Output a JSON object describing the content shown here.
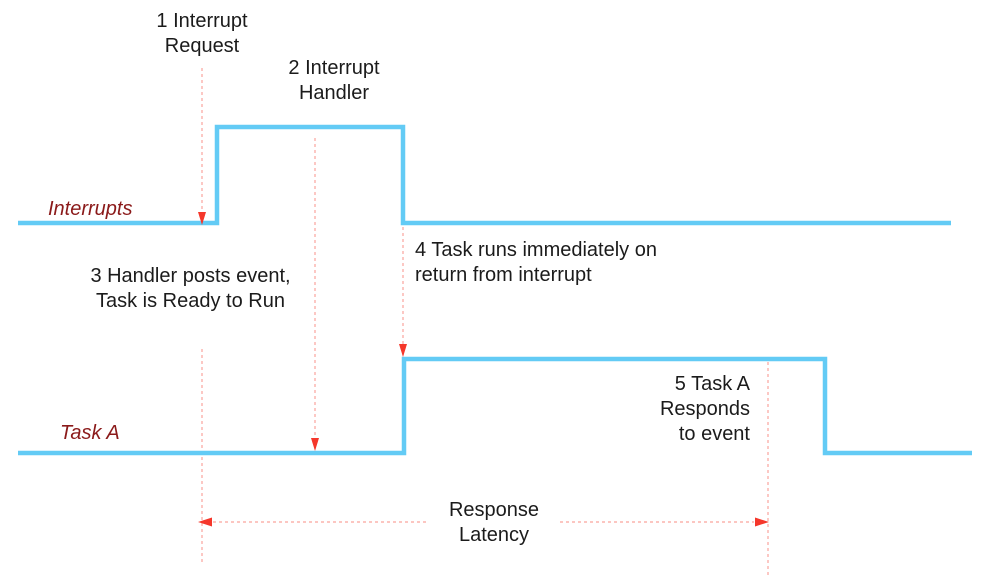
{
  "colors": {
    "signal_blue": "#63cbf5",
    "marker_pink": "#fba49c",
    "arrow_red": "#f5372b",
    "label_maroon": "#8b1a1a",
    "text_dark": "#1b1b1b",
    "background": "#ffffff"
  },
  "signals": [
    {
      "label": "Interrupts"
    },
    {
      "label": "Task A"
    }
  ],
  "callouts": {
    "step1": {
      "lines": [
        "1 Interrupt",
        "Request"
      ]
    },
    "step2": {
      "lines": [
        "2 Interrupt",
        "Handler"
      ]
    },
    "step3": {
      "lines": [
        "3 Handler posts event,",
        "Task is Ready to Run"
      ]
    },
    "step4": {
      "lines": [
        "4 Task runs immediately on",
        "return from interrupt"
      ]
    },
    "step5": {
      "lines": [
        "5 Task A",
        "Responds",
        "to event"
      ]
    }
  },
  "measurement": {
    "lines": [
      "Response",
      "Latency"
    ]
  }
}
